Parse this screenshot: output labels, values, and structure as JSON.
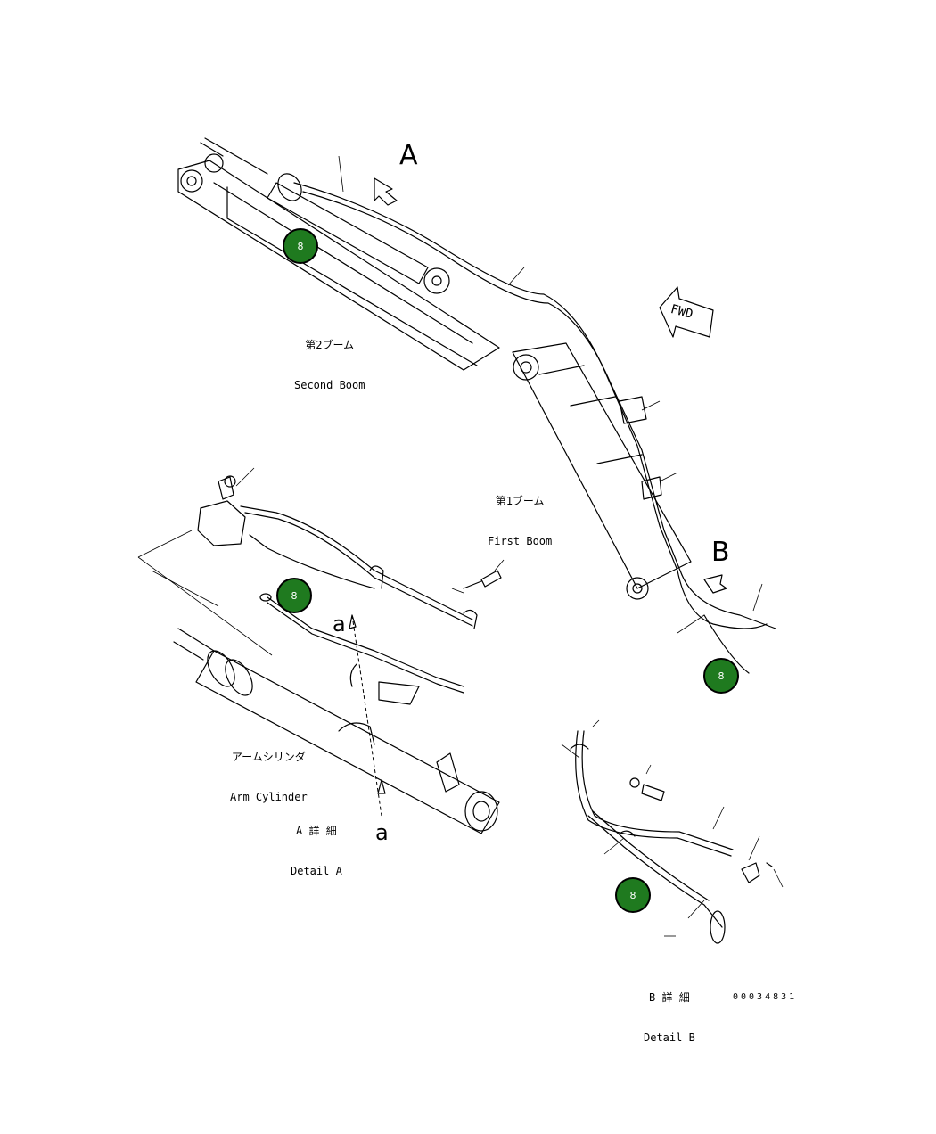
{
  "view_labels": {
    "view_a": "A",
    "view_b": "B",
    "section_a_top": "a",
    "section_a_bottom": "a"
  },
  "forward_marker": "FWD",
  "components": {
    "second_boom": {
      "jp": "第2ブーム",
      "en": "Second Boom"
    },
    "first_boom": {
      "jp": "第1ブーム",
      "en": "First Boom"
    },
    "arm_cylinder": {
      "jp": "アームシリンダ",
      "en": "Arm Cylinder"
    }
  },
  "details": {
    "detail_a": {
      "jp": "A 詳 細",
      "en": "Detail A"
    },
    "detail_b": {
      "jp": "B 詳 細",
      "en": "Detail B"
    }
  },
  "callouts": [
    {
      "label": "8"
    },
    {
      "label": "8"
    },
    {
      "label": "8"
    },
    {
      "label": "8"
    }
  ],
  "drawing_code": "00034831",
  "colors": {
    "callout_fill": "#1f7a1f",
    "line": "#000000"
  }
}
